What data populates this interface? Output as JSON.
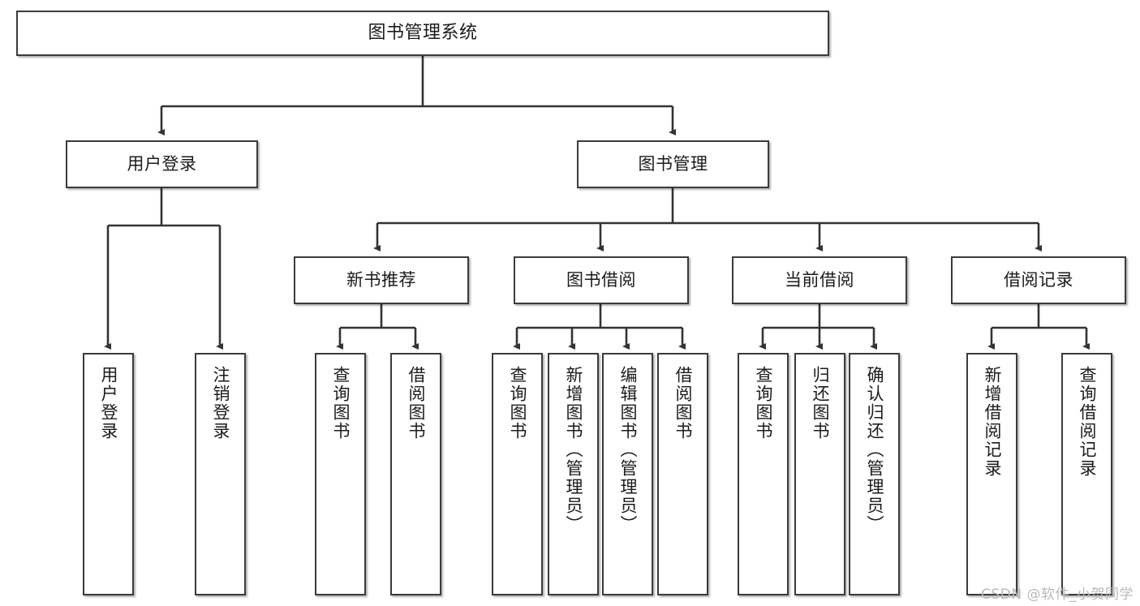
{
  "diagram": {
    "type": "tree-hierarchy",
    "title": "图书管理系统",
    "watermark": "CSDN @软件_小贺同学",
    "colors": {
      "box_border": "#3b3b3b",
      "box_fill": "#ffffff",
      "edge": "#333333",
      "text": "#1b1b1b",
      "watermark": "#b9b9b9",
      "background": "#ffffff"
    },
    "root": {
      "label": "图书管理系统"
    },
    "level2": [
      {
        "label": "用户登录"
      },
      {
        "label": "图书管理"
      }
    ],
    "level3": [
      {
        "label": "新书推荐"
      },
      {
        "label": "图书借阅"
      },
      {
        "label": "当前借阅"
      },
      {
        "label": "借阅记录"
      }
    ],
    "leaves": {
      "user_login": [
        {
          "label": "用户登录"
        },
        {
          "label": "注销登录"
        }
      ],
      "new_book_recommend": [
        {
          "label": "查询图书"
        },
        {
          "label": "借阅图书"
        }
      ],
      "book_borrow": [
        {
          "label": "查询图书"
        },
        {
          "label": "新增图书（管理员）"
        },
        {
          "label": "编辑图书（管理员）"
        },
        {
          "label": "借阅图书"
        }
      ],
      "current_borrow": [
        {
          "label": "查询图书"
        },
        {
          "label": "归还图书"
        },
        {
          "label": "确认归还（管理员）"
        }
      ],
      "borrow_record": [
        {
          "label": "新增借阅记录"
        },
        {
          "label": "查询借阅记录"
        }
      ]
    }
  }
}
